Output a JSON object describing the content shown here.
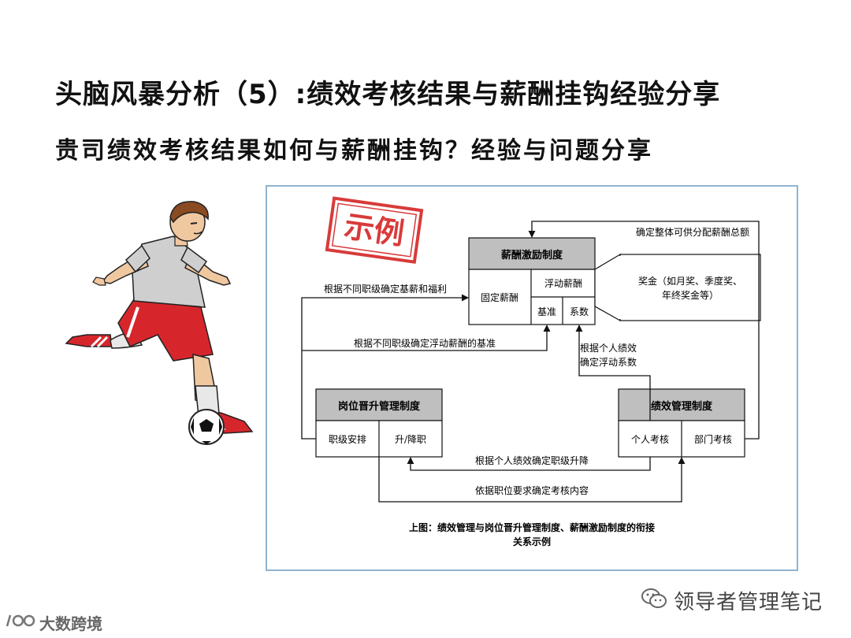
{
  "slide": {
    "title": "头脑风暴分析（5）:绩效考核结果与薪酬挂钩经验分享",
    "subtitle": "贵司绩效考核结果如何与薪酬挂钩？经验与问题分享"
  },
  "diagram": {
    "stamp": "示例",
    "salary_system": {
      "title": "薪酬激励制度",
      "fixed_pay": "固定薪酬",
      "variable_pay": "浮动薪酬",
      "base": "基准",
      "coefficient": "系数"
    },
    "bonus": {
      "line1": "奖金（如月奖、季度奖、",
      "line2": "年终奖金等）"
    },
    "promotion_system": {
      "title": "岗位晋升管理制度",
      "grade_arrangement": "职级安排",
      "promote_demote": "升/降职"
    },
    "performance_system": {
      "title": "绩效管理制度",
      "individual_review": "个人考核",
      "department_review": "部门考核"
    },
    "labels": {
      "total_pool": "确定整体可供分配薪酬总额",
      "base_benefits": "根据不同职级确定基薪和福利",
      "variable_base": "根据不同职级确定浮动薪酬的基准",
      "coef_line1": "根据个人绩效",
      "coef_line2": "确定浮动系数",
      "grade_change": "根据个人绩效确定职级升降",
      "review_content": "依据职位要求确定考核内容"
    },
    "caption": {
      "line1": "上图：绩效管理与岗位晋升管理制度、薪酬激励制度的衔接",
      "line2": "关系示例"
    }
  },
  "watermarks": {
    "wechat": "领导者管理笔记",
    "brand": "大数跨境",
    "brand_icon": "100-logo"
  },
  "colors": {
    "header_gray": "#bfbfbf",
    "frame_blue": "#8fb5cf",
    "stamp_red": "#d93a3a",
    "jersey_red": "#d6262c",
    "jersey_gray": "#cfcfcf"
  }
}
